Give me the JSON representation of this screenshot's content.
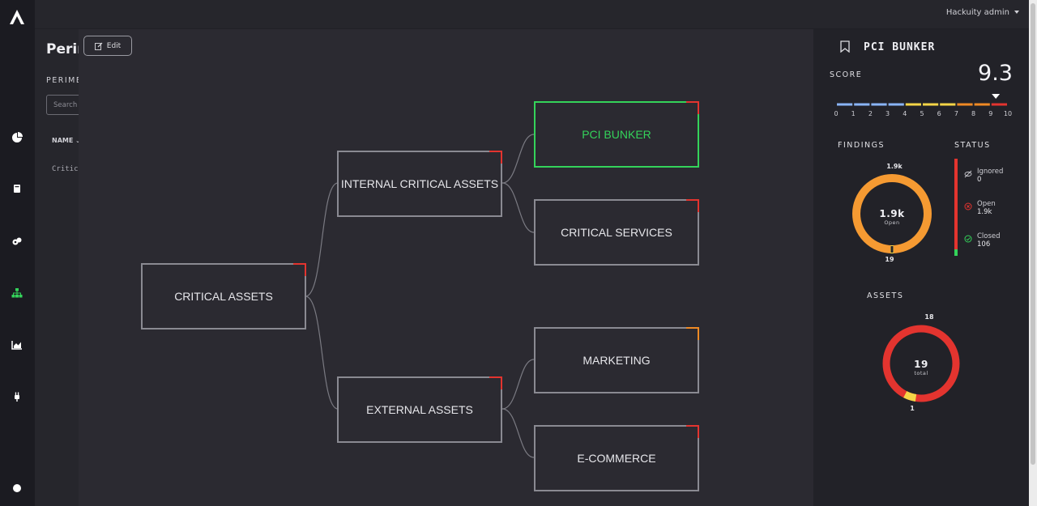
{
  "topbar": {
    "user": "Hackuity admin"
  },
  "page": {
    "title": "Perim",
    "section_label": "PERIME",
    "search_placeholder": "Search",
    "name_column": "NAME",
    "row_text": "Critic"
  },
  "modal": {
    "edit_label": "Edit",
    "nodes": {
      "critical_assets": "CRITICAL ASSETS",
      "internal_critical_assets": "INTERNAL CRITICAL ASSETS",
      "external_assets": "EXTERNAL ASSETS",
      "pci_bunker": "PCI BUNKER",
      "critical_services": "CRITICAL SERVICES",
      "marketing": "MARKETING",
      "e_commerce": "E-COMMERCE"
    }
  },
  "panel": {
    "title": "PCI BUNKER",
    "score_label": "SCORE",
    "score_value": "9.3",
    "scale_ticks": [
      "0",
      "1",
      "2",
      "3",
      "4",
      "5",
      "6",
      "7",
      "8",
      "9",
      "10"
    ],
    "scale_colors": [
      "#8ab4f8",
      "#8ab4f8",
      "#8ab4f8",
      "#8ab4f8",
      "#f5d547",
      "#f5d547",
      "#f5d547",
      "#f08a24",
      "#f08a24",
      "#e3342f"
    ],
    "findings_label": "FINDINGS",
    "status_label": "STATUS",
    "findings_top": "1.9k",
    "findings_center": "1.9k",
    "findings_center_sub": "Open",
    "findings_bottom": "19",
    "status": {
      "ignored_label": "Ignored",
      "ignored_value": "0",
      "open_label": "Open",
      "open_value": "1.9k",
      "closed_label": "Closed",
      "closed_value": "106"
    },
    "assets_label": "ASSETS",
    "assets_top": "18",
    "assets_center": "19",
    "assets_center_sub": "total",
    "assets_bottom": "1",
    "colors": {
      "red": "#e3342f",
      "orange": "#f59a32",
      "yellow": "#f5d547",
      "green": "#34d35a"
    }
  }
}
